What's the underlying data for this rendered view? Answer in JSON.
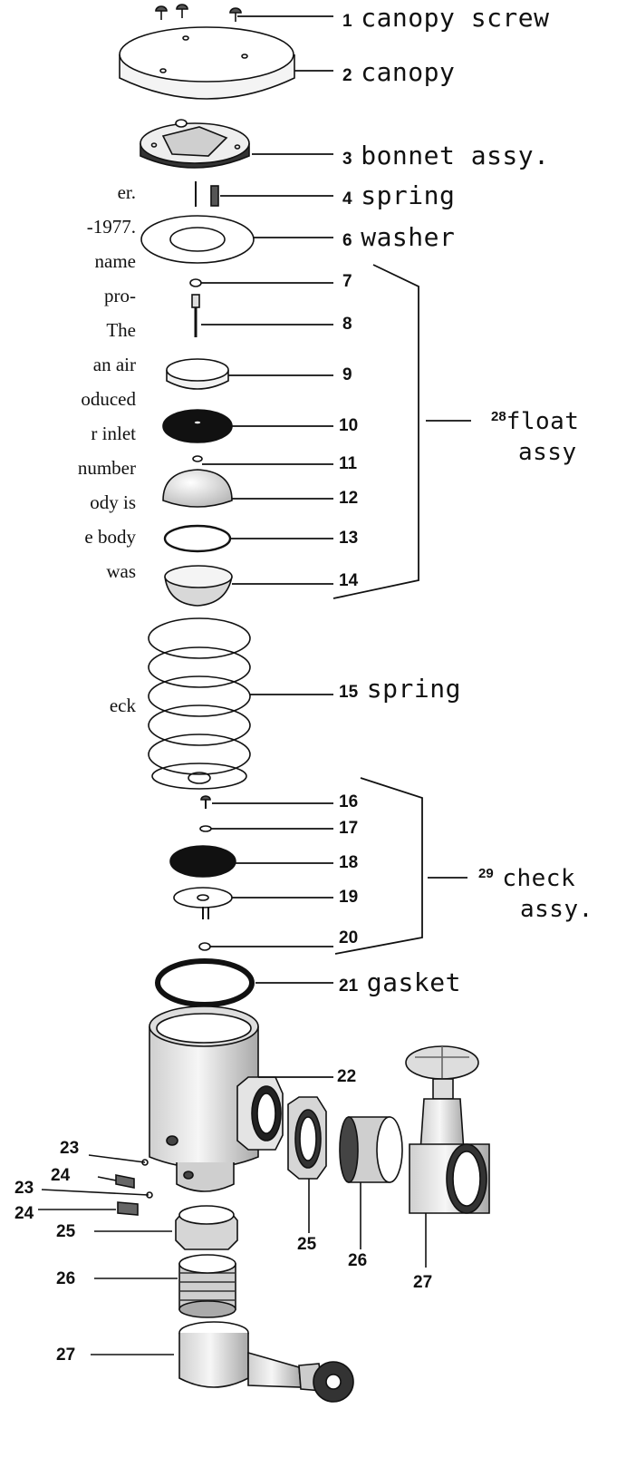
{
  "left_text_fragments": [
    "er.",
    "-1977.",
    " name",
    " pro-",
    " The",
    " an air",
    "oduced",
    "r inlet",
    "number",
    "ody is",
    "e body",
    " was",
    "eck"
  ],
  "parts": [
    {
      "num": "1",
      "name": "canopy screw"
    },
    {
      "num": "2",
      "name": "canopy"
    },
    {
      "num": "3",
      "name": "bonnet assy."
    },
    {
      "num": "4",
      "name": "spring"
    },
    {
      "num": "6",
      "name": "washer"
    },
    {
      "num": "7",
      "name": ""
    },
    {
      "num": "8",
      "name": ""
    },
    {
      "num": "9",
      "name": ""
    },
    {
      "num": "10",
      "name": ""
    },
    {
      "num": "11",
      "name": ""
    },
    {
      "num": "12",
      "name": ""
    },
    {
      "num": "13",
      "name": ""
    },
    {
      "num": "14",
      "name": ""
    },
    {
      "num": "15",
      "name": "spring"
    },
    {
      "num": "16",
      "name": ""
    },
    {
      "num": "17",
      "name": ""
    },
    {
      "num": "18",
      "name": ""
    },
    {
      "num": "19",
      "name": ""
    },
    {
      "num": "20",
      "name": ""
    },
    {
      "num": "21",
      "name": "gasket"
    },
    {
      "num": "22",
      "name": ""
    }
  ],
  "assemblies": [
    {
      "num": "28",
      "name_line1": "float",
      "name_line2": "assy"
    },
    {
      "num": "29",
      "name_line1": "check",
      "name_line2": "assy."
    }
  ],
  "lower_labels": {
    "l23a": "23",
    "l24a": "24",
    "l23b": "23",
    "l24b": "24",
    "l25a": "25",
    "l25b": "25",
    "l26a": "26",
    "l26b": "26",
    "l27a": "27",
    "l27b": "27"
  }
}
